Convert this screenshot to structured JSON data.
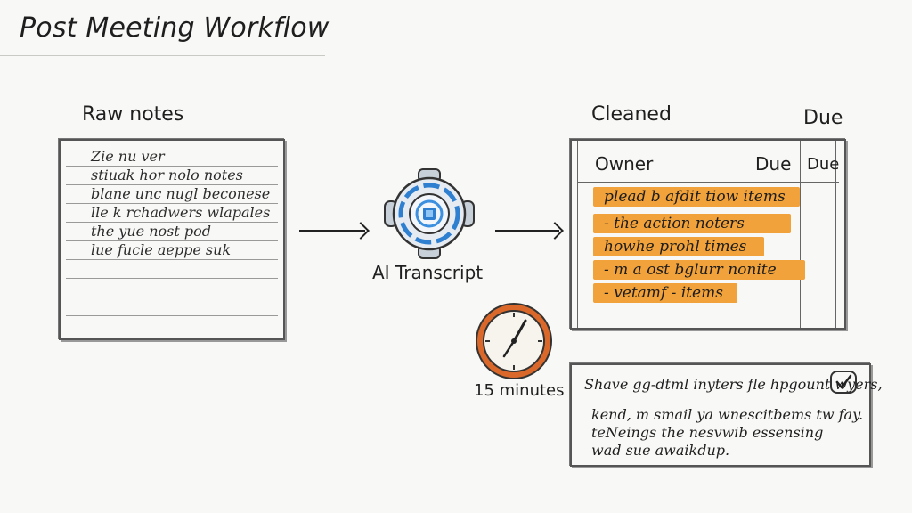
{
  "title": "Post Meeting Workflow",
  "raw": {
    "label": "Raw notes",
    "lines": [
      "Zie nu ver",
      "stiuak hor nolo notes",
      "blane unc nugl beconese",
      "lle k rchadwers wlapales",
      "the yue nost pod",
      "lue fucle aeppe suk",
      "",
      "",
      ""
    ]
  },
  "device": {
    "label": "AI Transcript",
    "icon": "ai-device-icon"
  },
  "clock": {
    "label": "15 minutes",
    "icon": "clock-icon"
  },
  "cleaned": {
    "label": "Cleaned",
    "due_top": "Due",
    "headers": {
      "owner": "Owner",
      "due": "Due",
      "due2": "Due"
    },
    "rows": [
      "plead b afdit tiow items",
      "- the action noters",
      "howhe prohl times",
      "- m a ost bglurr nonite",
      "- vetamf - items"
    ],
    "highlight_color": "#f2a23a"
  },
  "email": {
    "lines": [
      "Shave gg-dtml inyters fle hpgount wyers,",
      "kend, m smail ya wnescitbems tw fay.",
      "teNeings the nesvwib essensing",
      "wad sue awaikdup."
    ],
    "check_icon": "check-icon"
  }
}
